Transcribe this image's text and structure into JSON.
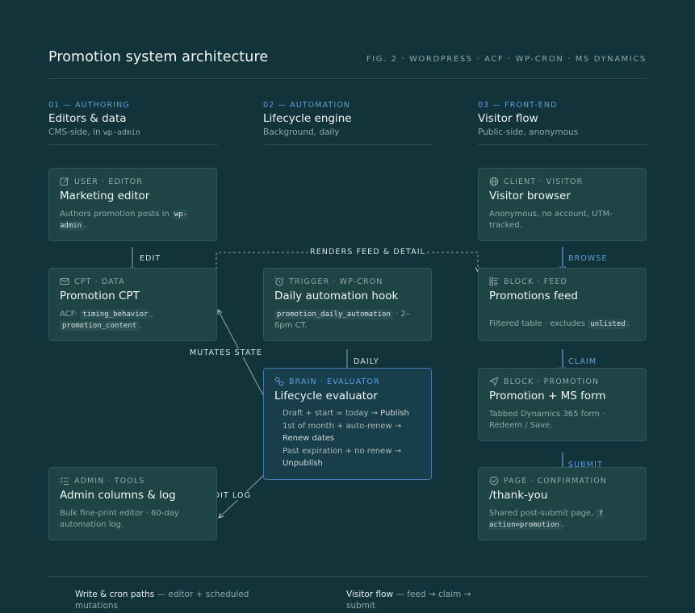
{
  "header": {
    "title": "Promotion system architecture",
    "fig": "FIG. 2 · WORDPRESS · ACF · WP-CRON · MS DYNAMICS"
  },
  "columns": [
    {
      "num": "01 — AUTHORING",
      "name": "Editors & data",
      "sub_text": "CMS-side, in ",
      "sub_code": "wp-admin"
    },
    {
      "num": "02 — AUTOMATION",
      "name": "Lifecycle engine",
      "sub_text": "Background, daily"
    },
    {
      "num": "03 — FRONT-END",
      "name": "Visitor flow",
      "sub_text": "Public-side, anonymous"
    }
  ],
  "cards": {
    "editor": {
      "kind": "USER · EDITOR",
      "icon": "edit-icon",
      "title": "Marketing editor",
      "desc_text": "Authors promotion posts in ",
      "desc_code": "wp-admin",
      "desc_end": "."
    },
    "cpt": {
      "kind": "CPT · DATA",
      "icon": "envelope-icon",
      "title": "Promotion CPT",
      "desc_text": "ACF: ",
      "code1": "timing_behavior",
      "sep": ", ",
      "code2": "promotion_content",
      "desc_end": "."
    },
    "hook": {
      "kind": "TRIGGER · WP-CRON",
      "icon": "alarm-clock-icon",
      "title": "Daily automation hook",
      "desc_code": "promotion_daily_automation",
      "desc_text": " · 2–6pm CT."
    },
    "evaluator": {
      "kind": "BRAIN · EVALUATOR",
      "icon": "nodes-icon",
      "title": "Lifecycle evaluator",
      "rules": [
        {
          "cond": "Draft + start = today → ",
          "result": "Publish"
        },
        {
          "cond": "1st of month + auto-renew → ",
          "result": "Renew dates"
        },
        {
          "cond": "Past expiration + no renew → ",
          "result": "Unpublish"
        }
      ]
    },
    "admin": {
      "kind": "ADMIN · TOOLS",
      "icon": "list-icon",
      "title": "Admin columns & log",
      "desc_text": "Bulk fine-print editor · 60-day automation log."
    },
    "browser": {
      "kind": "CLIENT · VISITOR",
      "icon": "globe-icon",
      "title": "Visitor browser",
      "desc_text": "Anonymous, no account, UTM-tracked."
    },
    "feed": {
      "kind": "BLOCK · FEED",
      "icon": "list-grid-icon",
      "title": "Promotions feed",
      "desc_text": "Filtered table · excludes ",
      "desc_code": "unlisted",
      "desc_end": "."
    },
    "promo": {
      "kind": "BLOCK · PROMOTION",
      "icon": "send-icon",
      "title": "Promotion + MS form",
      "desc_text": "Tabbed Dynamics 365 form · Redeem / Save."
    },
    "thanks": {
      "kind": "PAGE · CONFIRMATION",
      "icon": "check-circle-icon",
      "title": "/thank-you",
      "desc_text": "Shared post-submit page, ",
      "desc_code": "?action=promotion",
      "desc_end": "."
    }
  },
  "edges": {
    "edit": "EDIT",
    "renders": "RENDERS FEED & DETAIL",
    "mutates": "MUTATES STATE",
    "daily": "DAILY",
    "audit": "AUDIT LOG",
    "browse": "BROWSE",
    "claim": "CLAIM",
    "submit": "SUBMIT"
  },
  "legend": [
    {
      "bold": "Write & cron paths",
      "text": " — editor + scheduled mutations"
    },
    {
      "bold": "Visitor flow",
      "text": " — feed → claim → submit"
    }
  ],
  "colors": {
    "background": "#12333a",
    "card": "#1e4446",
    "accent": "#5d9fe0",
    "muted": "#8fa8a6"
  }
}
